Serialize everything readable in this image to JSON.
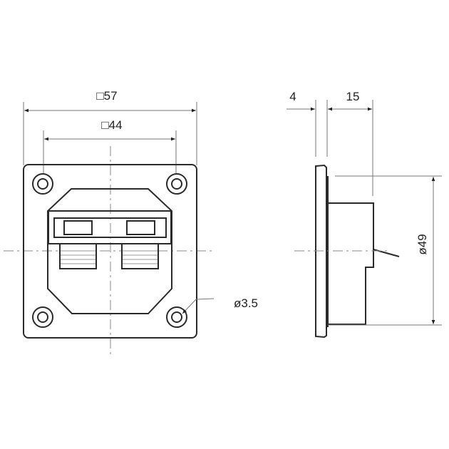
{
  "drawing": {
    "front_view": {
      "outer_dimension": "□57",
      "hole_spacing_dimension": "□44",
      "hole_diameter": "ø3.5"
    },
    "side_view": {
      "flange_thickness": "4",
      "depth": "15",
      "diameter": "ø49"
    }
  },
  "colors": {
    "line": "#2a2a2a",
    "dimension_line": "#777777",
    "background": "#ffffff"
  }
}
